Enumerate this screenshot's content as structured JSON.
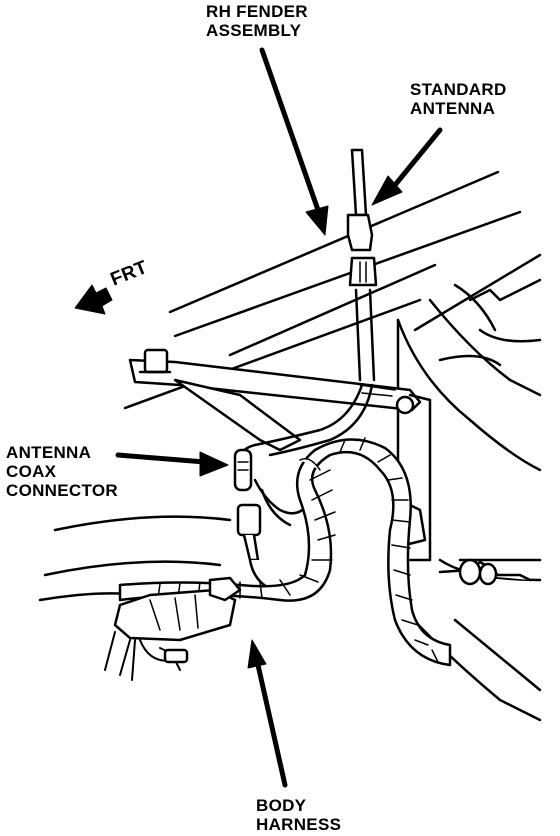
{
  "labels": {
    "rh_fender": [
      "RH FENDER",
      "ASSEMBLY"
    ],
    "standard_antenna": [
      "STANDARD",
      "ANTENNA"
    ],
    "front_arrow": "FRT",
    "coax_connector": [
      "ANTENNA",
      "COAX",
      "CONNECTOR"
    ],
    "body_harness": [
      "BODY",
      "HARNESS"
    ]
  },
  "colors": {
    "ink": "#000000",
    "paper": "#ffffff"
  }
}
